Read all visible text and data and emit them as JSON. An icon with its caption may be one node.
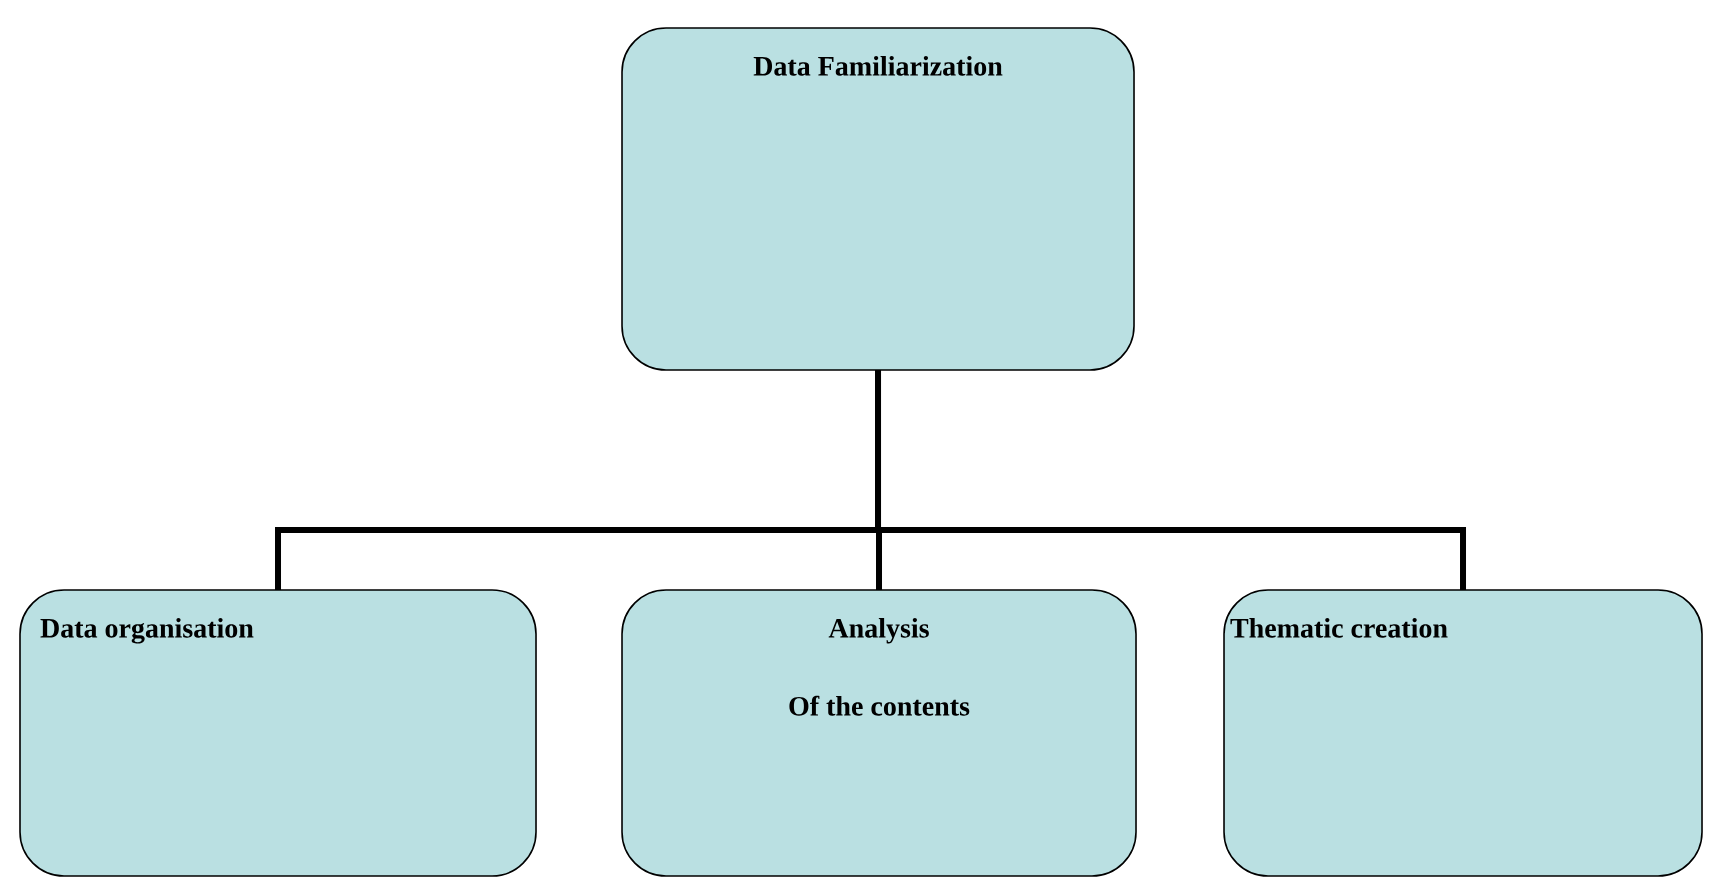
{
  "diagram": {
    "nodes": [
      {
        "text": [
          "Data Familiarization"
        ]
      },
      {
        "text": [
          "Data organisation"
        ]
      },
      {
        "text": [
          "Analysis",
          "Of the contents"
        ]
      },
      {
        "text": [
          "Thematic creation"
        ]
      }
    ],
    "edges": [
      {
        "from": 0,
        "to": 1,
        "arrow": "none"
      },
      {
        "from": 0,
        "to": 2,
        "arrow": "none"
      },
      {
        "from": 0,
        "to": 3,
        "arrow": "none"
      }
    ]
  }
}
